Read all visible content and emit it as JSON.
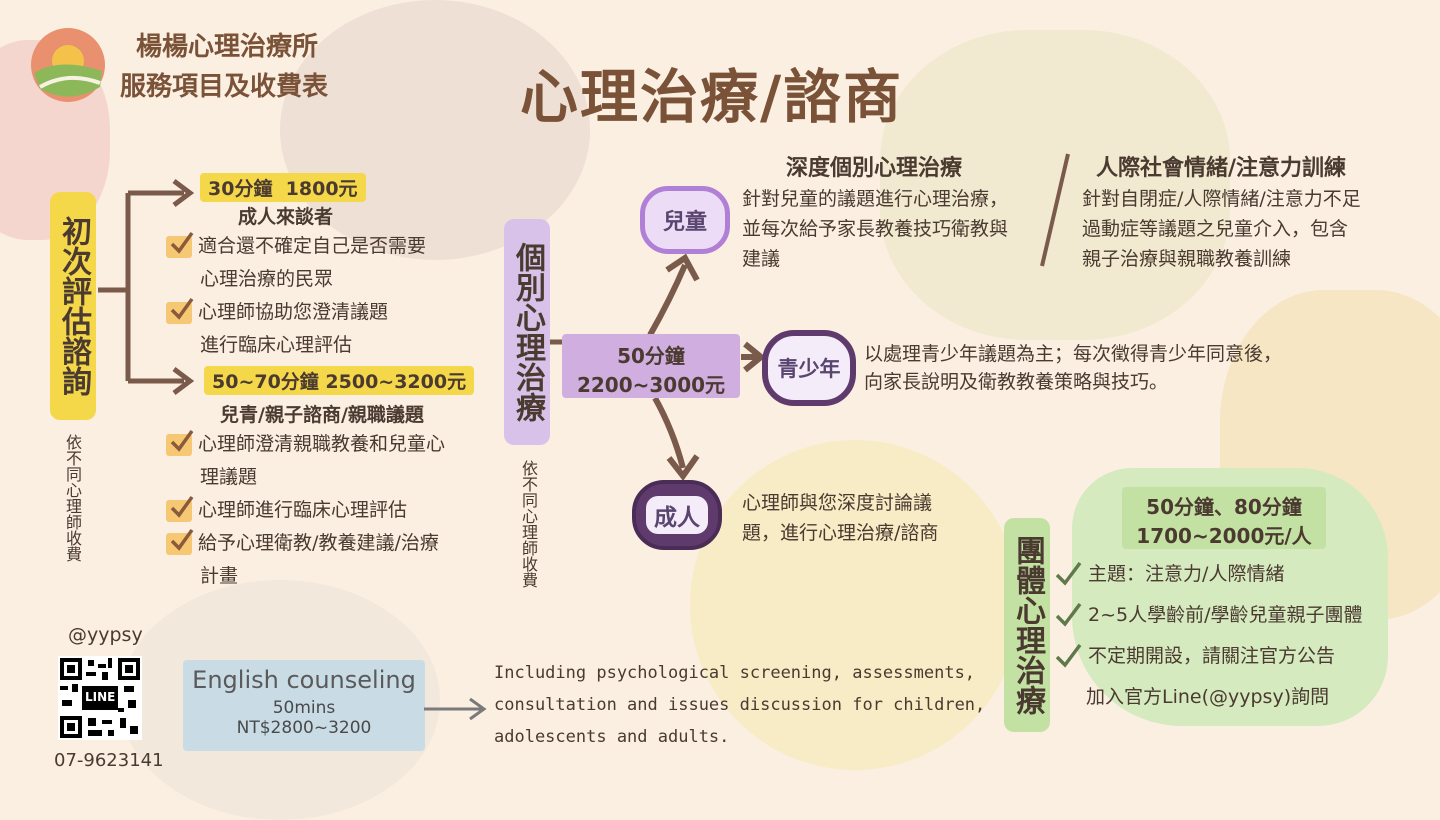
{
  "clinic": {
    "name": "楊楊心理治療所",
    "subtitle": "服務項目及收費表"
  },
  "title": "心理治療/諮商",
  "initial": {
    "label": "初次評估諮詢",
    "note": "依不同心理師收費",
    "option1": {
      "price": "30分鐘  1800元",
      "target": "成人來談者",
      "items": [
        "適合還不確定自己是否需要",
        "心理治療的民眾",
        "心理師協助您澄清議題",
        "進行臨床心理評估"
      ]
    },
    "option2": {
      "price": "50~70分鐘 2500~3200元",
      "target": "兒青/親子諮商/親職議題",
      "items": [
        "心理師澄清親職教養和兒童心",
        "理議題",
        "心理師進行臨床心理評估",
        "給予心理衛教/教養建議/治療",
        "計畫"
      ]
    }
  },
  "individual": {
    "label": "個別心理治療",
    "note": "依不同心理師收費",
    "duration": "50分鐘",
    "price": "2200~3000元",
    "child": {
      "label": "兒童",
      "heading": "深度個別心理治療",
      "lines": [
        "針對兒童的議題進行心理治療，",
        "並每次給予家長教養技巧衛教與",
        "建議"
      ]
    },
    "social": {
      "heading": "人際社會情緒/注意力訓練",
      "lines": [
        "針對自閉症/人際情緒/注意力不足",
        "過動症等議題之兒童介入，包含",
        "親子治療與親職教養訓練"
      ]
    },
    "teen": {
      "label": "青少年",
      "lines": [
        "以處理青少年議題為主；每次徵得青少年同意後，",
        "向家長說明及衛教教養策略與技巧。"
      ]
    },
    "adult": {
      "label": "成人",
      "lines": [
        "心理師與您深度討論議",
        "題，進行心理治療/諮商"
      ]
    }
  },
  "group": {
    "label": "團體心理治療",
    "duration": "50分鐘、80分鐘",
    "price": "1700~2000元/人",
    "items": [
      "主題：注意力/人際情緒",
      "2~5人學齡前/學齡兒童親子團體",
      "不定期開設，請關注官方公告"
    ],
    "contact": "加入官方Line(@yypsy)詢問"
  },
  "english": {
    "title": "English counseling",
    "duration": "50mins",
    "price": "NT$2800~3200",
    "lines": [
      "Including psychological screening, assessments,",
      "consultation and issues discussion for children,",
      "adolescents and adults."
    ]
  },
  "contact": {
    "handle": "@yypsy",
    "qr_label": "LINE",
    "phone": "07-9623141"
  },
  "colors": {
    "title": "#7a5238",
    "yellow": "#f5d74a",
    "lavender": "#d9c2ea",
    "purple": "#5f3b6d",
    "green": "#cfe6b5",
    "blue": "#c9dbe5",
    "arrow": "#7a5a4a"
  }
}
